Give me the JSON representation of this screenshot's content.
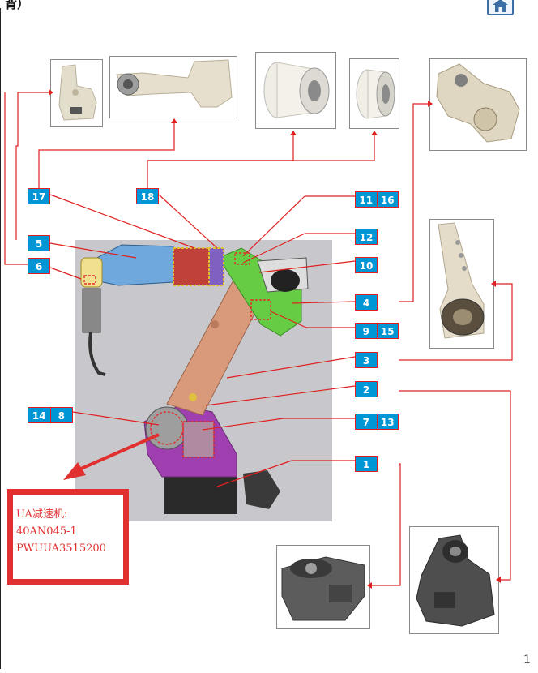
{
  "header": {
    "title_fragment": "背）",
    "home_icon": "home-icon"
  },
  "page_number": "1",
  "callout": {
    "line1": "UA减速机:",
    "line2": "40AN045-1",
    "line3": "PWUUA3515200"
  },
  "labels": [
    {
      "id": "tag-17",
      "parts": [
        "17"
      ]
    },
    {
      "id": "tag-18",
      "parts": [
        "18"
      ]
    },
    {
      "id": "tag-11-16",
      "parts": [
        "11",
        "16"
      ]
    },
    {
      "id": "tag-5",
      "parts": [
        "5"
      ]
    },
    {
      "id": "tag-6",
      "parts": [
        "6"
      ]
    },
    {
      "id": "tag-12",
      "parts": [
        "12"
      ]
    },
    {
      "id": "tag-10",
      "parts": [
        "10"
      ]
    },
    {
      "id": "tag-4",
      "parts": [
        "4"
      ]
    },
    {
      "id": "tag-9-15",
      "parts": [
        "9",
        "15"
      ]
    },
    {
      "id": "tag-3",
      "parts": [
        "3"
      ]
    },
    {
      "id": "tag-2",
      "parts": [
        "2"
      ]
    },
    {
      "id": "tag-14-8",
      "parts": [
        "14",
        "8"
      ]
    },
    {
      "id": "tag-7-13",
      "parts": [
        "7",
        "13"
      ]
    },
    {
      "id": "tag-1",
      "parts": [
        "1"
      ]
    }
  ],
  "colors": {
    "label_fill": "#0096d6",
    "label_border": "#e02020",
    "leader_line": "#e02020",
    "callout_border": "#e03030",
    "robot_background": "#c8c8cc",
    "upper_arm": "#6fa8dc",
    "lower_arm": "#d89a7a",
    "elbow": "#66cc44",
    "base_purple": "#a040b0",
    "base_dark": "#2a2a2a"
  }
}
